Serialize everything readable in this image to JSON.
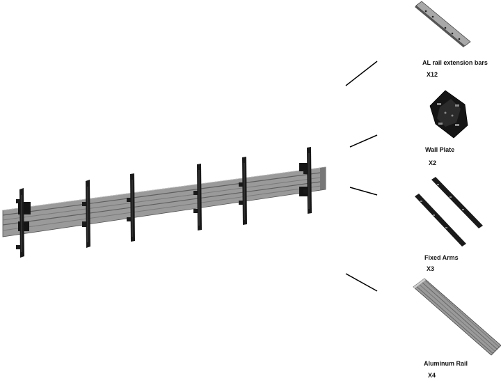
{
  "parts": [
    {
      "name": "AL rail extension bars",
      "qty": "X12"
    },
    {
      "name": "Wall Plate",
      "qty": "X2"
    },
    {
      "name": "Fixed Arms",
      "qty": "X3"
    },
    {
      "name": "Aluminum Rail",
      "qty": "X4"
    }
  ],
  "colors": {
    "rail": "#9a9a9a",
    "rail_dark": "#6e6e6e",
    "arm": "#1a1a1a",
    "plate": "#151515",
    "pointer": "#000000"
  }
}
